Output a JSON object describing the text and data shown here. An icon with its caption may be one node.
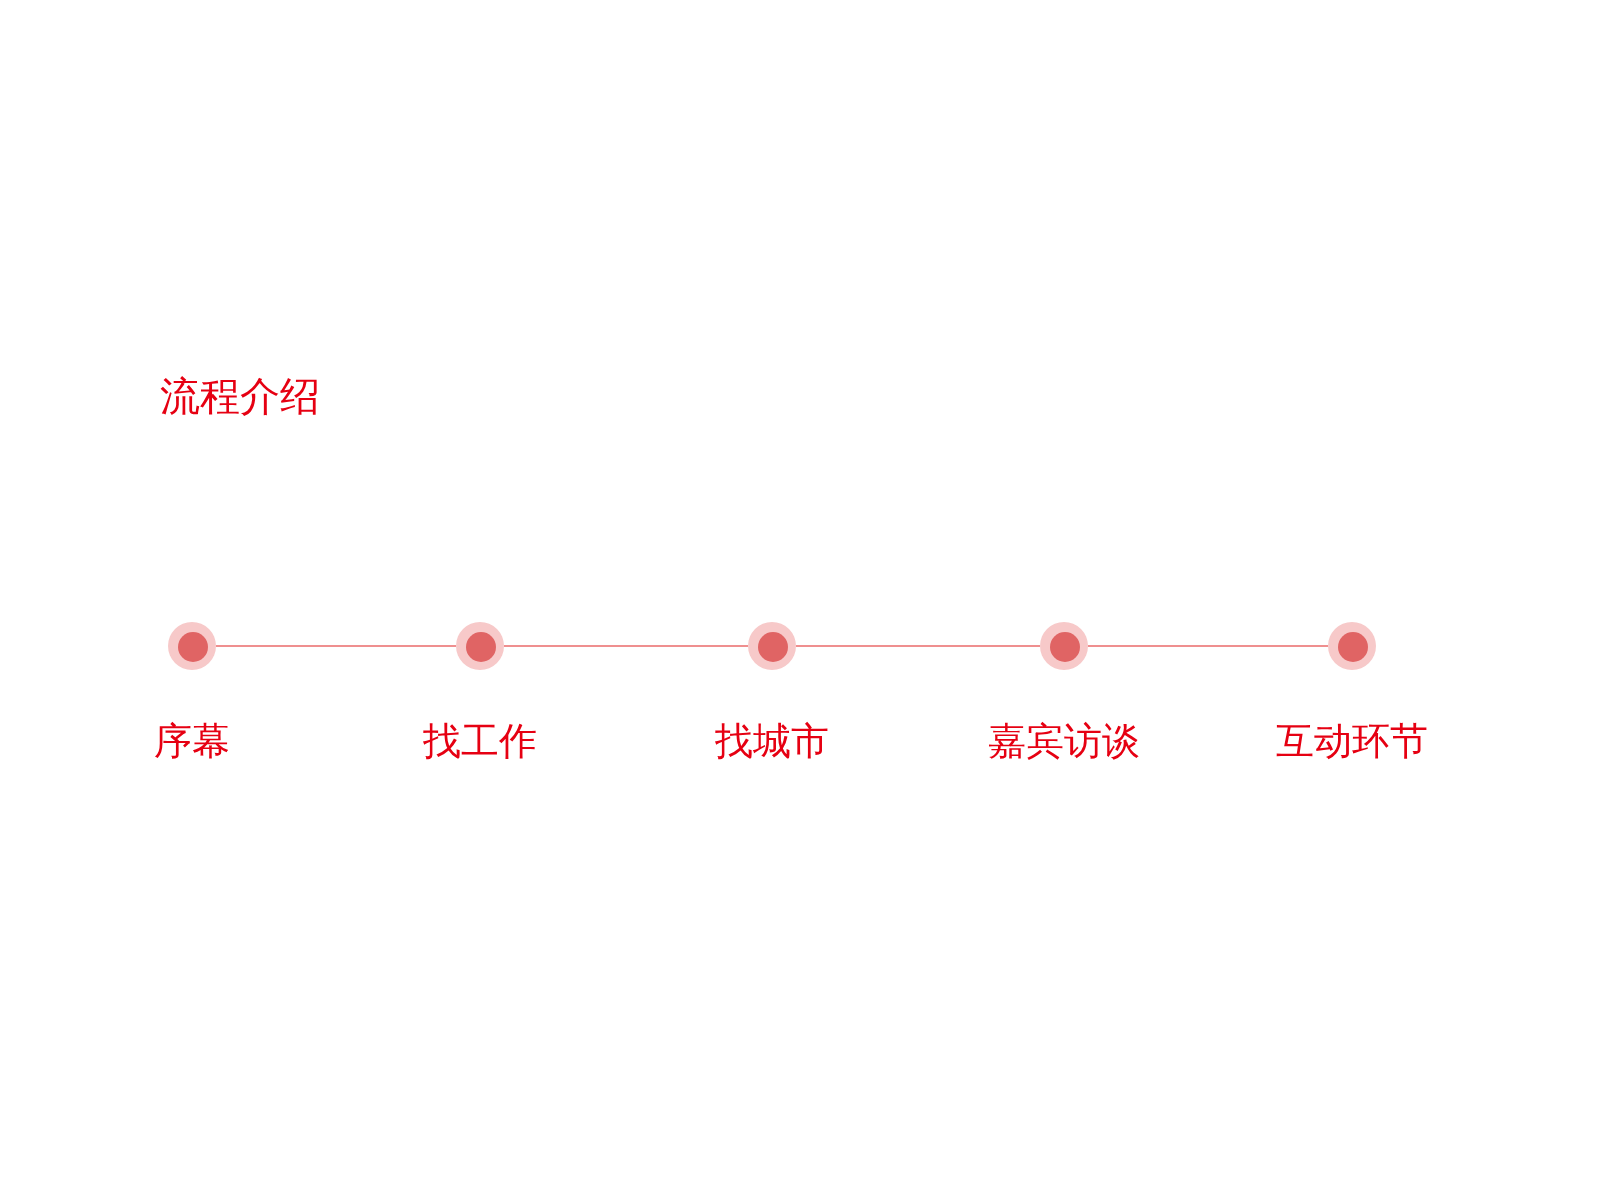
{
  "diagram": {
    "title": "流程介绍",
    "nodes": [
      {
        "text": [],
        "shape": "circle",
        "beside": [
          "序幕"
        ]
      },
      {
        "text": [],
        "shape": "circle",
        "beside": [
          "找工作"
        ]
      },
      {
        "text": [],
        "shape": "circle",
        "beside": [
          "找城市"
        ]
      },
      {
        "text": [],
        "shape": "circle",
        "beside": [
          "嘉宾访谈"
        ]
      },
      {
        "text": [],
        "shape": "circle",
        "beside": [
          "互动环节"
        ]
      }
    ],
    "edges": [
      {
        "from": 0,
        "to": 1,
        "arrow": "none"
      },
      {
        "from": 1,
        "to": 2,
        "arrow": "none"
      },
      {
        "from": 2,
        "to": 3,
        "arrow": "none"
      },
      {
        "from": 3,
        "to": 4,
        "arrow": "none"
      }
    ]
  }
}
